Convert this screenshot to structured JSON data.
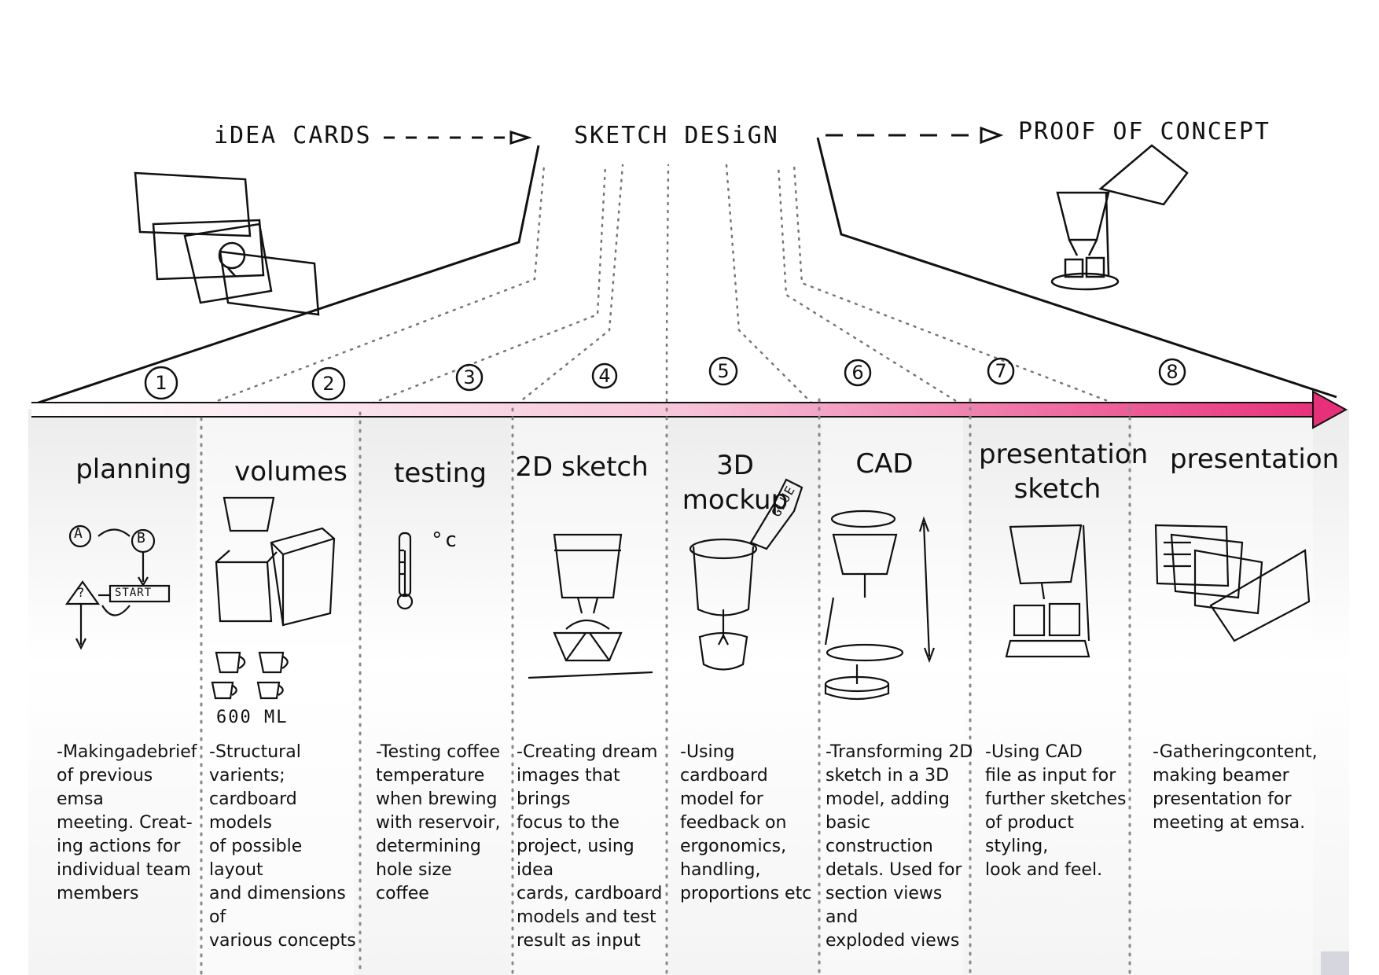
{
  "header": {
    "idea_cards": "iDEA CARDS",
    "sketch_design": "SKETCH DESiGN",
    "proof_of_concept": "PROOF OF CONCEPT"
  },
  "accent_color": "#e8307a",
  "stages": [
    {
      "number": "1",
      "title": "planning",
      "description": "-Makingadebrief\nof previous emsa\nmeeting. Creat-\ning actions for\nindividual team\nmembers"
    },
    {
      "number": "2",
      "title": "volumes",
      "description": "-Structural varients;\ncardboard models\nof possible layout\nand dimensions of\nvarious concepts"
    },
    {
      "number": "3",
      "title": "testing",
      "description": "-Testing coffee\ntemperature\nwhen brewing\nwith reservoir,\ndetermining\nhole size coffee"
    },
    {
      "number": "4",
      "title": "2D sketch",
      "description": "-Creating dream\nimages that brings\nfocus to the\nproject, using idea\ncards, cardboard\nmodels and test\nresult as input"
    },
    {
      "number": "5",
      "title": "3D mockup",
      "description": "-Using cardboard\nmodel for\nfeedback on\nergonomics,\nhandling,\nproportions etc"
    },
    {
      "number": "6",
      "title": "CAD",
      "description": "-Transforming 2D\nsketch in a 3D\nmodel, adding\nbasic construction\ndetals. Used for\nsection views and\nexploded views"
    },
    {
      "number": "7",
      "title": "presentation\nsketch",
      "description": "-Using CAD\nfile as input for\nfurther sketches\nof product styling,\nlook and feel."
    },
    {
      "number": "8",
      "title": "presentation",
      "description": "-Gatheringcontent,\nmaking beamer\npresentation for\nmeeting at emsa."
    }
  ],
  "sketch_labels": {
    "planning_a": "A",
    "planning_b": "B",
    "planning_start": "START",
    "planning_q": "?",
    "volumes_ml": "600 ML",
    "testing_unit": "°c",
    "mockup_glue": "GLUE"
  }
}
